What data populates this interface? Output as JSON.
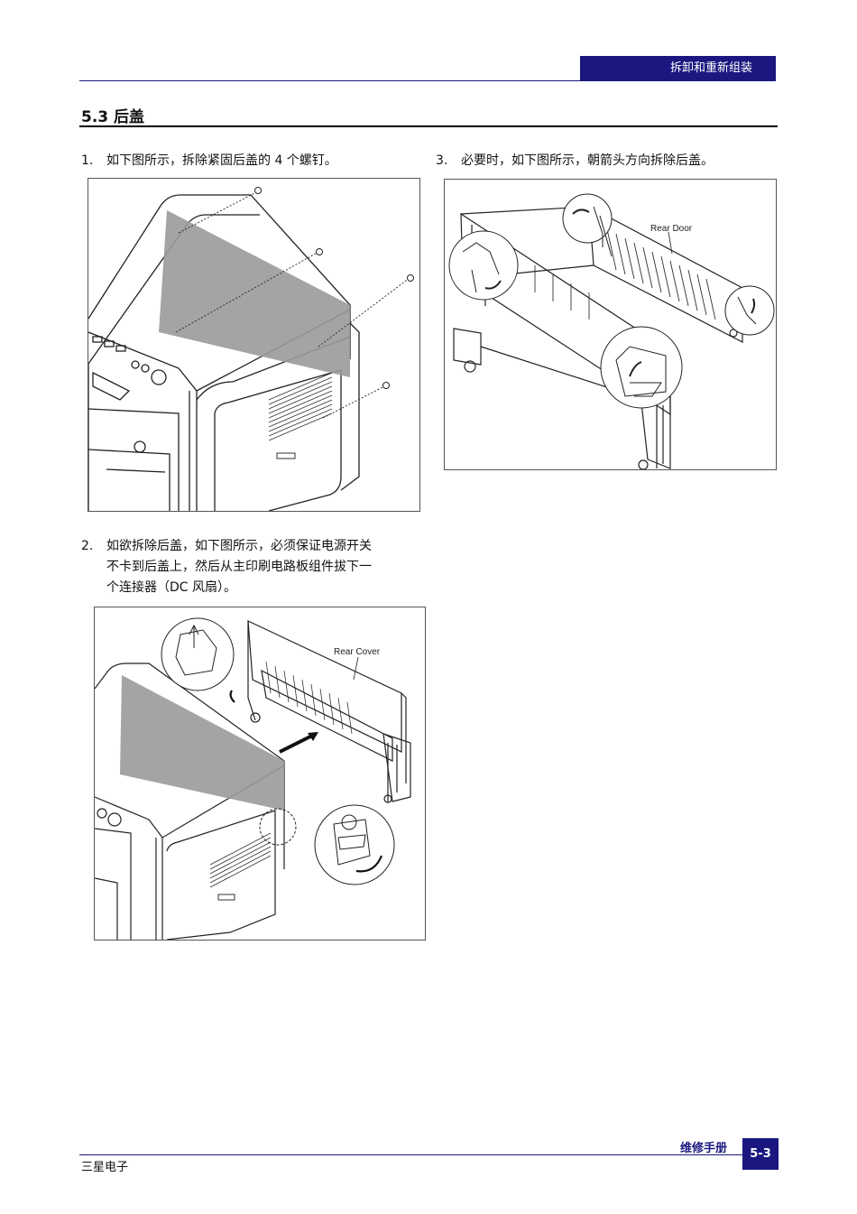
{
  "header": {
    "section_tab": "拆卸和重新组装"
  },
  "section": {
    "title": "5.3 后盖"
  },
  "steps": [
    {
      "num": "1.",
      "lines": [
        "如下图所示，拆除紧固后盖的 4 个螺钉。"
      ]
    },
    {
      "num": "2.",
      "lines": [
        "如欲拆除后盖，如下图所示，必须保证电源开关",
        "不卡到后盖上，然后从主印刷电路板组件拔下一",
        "个连接器（DC 风扇）。"
      ]
    },
    {
      "num": "3.",
      "lines": [
        "必要时，如下图所示，朝箭头方向拆除后盖。"
      ]
    }
  ],
  "figures": {
    "fig2_label": "Rear Cover",
    "fig3_label": "Rear Door"
  },
  "footer": {
    "company": "三星电子",
    "manual": "维修手册",
    "page": "5-3"
  }
}
